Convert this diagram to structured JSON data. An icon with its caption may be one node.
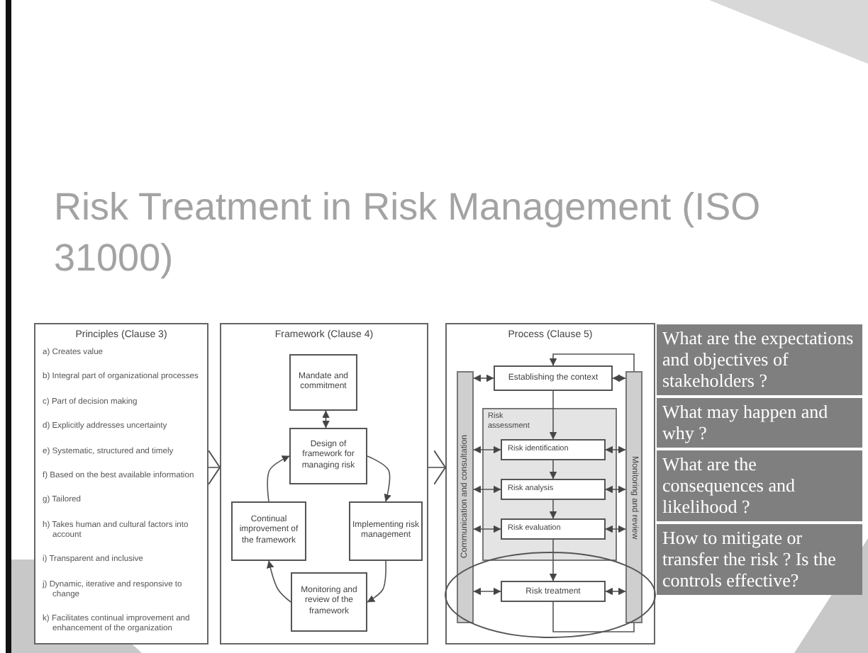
{
  "diagram": {
    "title": "Risk Treatment in Risk Management (ISO 31000)",
    "nodes": [
      {
        "text": [
          "Principles (Clause 3)",
          "a) Creates value",
          "b) Integral part of organizational processes",
          "c) Part of decision making",
          "d) Explicitly addresses uncertainty",
          "e) Systematic, structured and timely",
          "f) Based on the best available information",
          "g) Tailored",
          "h) Takes human and cultural factors into account",
          "i) Transparent and inclusive",
          "j) Dynamic, iterative and responsive to change",
          "k) Facilitates continual improvement and enhancement of the organization"
        ]
      },
      {
        "text": [
          "Framework (Clause 4)"
        ]
      },
      {
        "text": [
          "Mandate and commitment"
        ],
        "in": 1
      },
      {
        "text": [
          "Design of framework for managing risk"
        ],
        "in": 1
      },
      {
        "text": [
          "Implementing risk management"
        ],
        "in": 1
      },
      {
        "text": [
          "Monitoring and review of the framework"
        ],
        "in": 1
      },
      {
        "text": [
          "Continual improvement of the framework"
        ],
        "in": 1
      },
      {
        "text": [
          "Process (Clause 5)"
        ]
      },
      {
        "text": [
          "Communication and consultation"
        ],
        "in": 7
      },
      {
        "text": [
          "Establishing the context"
        ],
        "in": 7
      },
      {
        "text": [
          "Risk assessment"
        ],
        "in": 7
      },
      {
        "text": [
          "Risk identification"
        ],
        "in": 10
      },
      {
        "text": [
          "Risk analysis"
        ],
        "in": 10
      },
      {
        "text": [
          "Risk evaluation"
        ],
        "in": 10
      },
      {
        "text": [
          "Risk treatment"
        ],
        "in": 7
      },
      {
        "text": [
          "Monitoring and review"
        ],
        "in": 7
      },
      {
        "text": [
          "What are the expectations and objectives of stakeholders ?"
        ]
      },
      {
        "text": [
          "What may happen and why ?"
        ]
      },
      {
        "text": [
          "What are the consequences and likelihood ?"
        ]
      },
      {
        "text": [
          "How to mitigate or transfer the risk ? Is the controls effective?"
        ]
      }
    ],
    "edges": [
      {
        "from": 0,
        "to": 1,
        "arrow": "to"
      },
      {
        "from": 1,
        "to": 7,
        "arrow": "to"
      },
      {
        "from": 2,
        "to": 3,
        "arrow": "both"
      },
      {
        "from": 3,
        "to": 4,
        "arrow": "to"
      },
      {
        "from": 4,
        "to": 5,
        "arrow": "to"
      },
      {
        "from": 5,
        "to": 6,
        "arrow": "to"
      },
      {
        "from": 6,
        "to": 3,
        "arrow": "to"
      },
      {
        "from": 15,
        "to": 9,
        "arrow": "to"
      },
      {
        "from": 9,
        "to": 11,
        "arrow": "to"
      },
      {
        "from": 11,
        "to": 12,
        "arrow": "to"
      },
      {
        "from": 12,
        "to": 13,
        "arrow": "to"
      },
      {
        "from": 13,
        "to": 14,
        "arrow": "to"
      },
      {
        "from": 8,
        "to": 9,
        "arrow": "both"
      },
      {
        "from": 8,
        "to": 11,
        "arrow": "both"
      },
      {
        "from": 8,
        "to": 12,
        "arrow": "both"
      },
      {
        "from": 8,
        "to": 13,
        "arrow": "both"
      },
      {
        "from": 8,
        "to": 14,
        "arrow": "both"
      },
      {
        "from": 15,
        "to": 9,
        "arrow": "both"
      },
      {
        "from": 15,
        "to": 11,
        "arrow": "both"
      },
      {
        "from": 15,
        "to": 12,
        "arrow": "both"
      },
      {
        "from": 15,
        "to": 13,
        "arrow": "both"
      },
      {
        "from": 15,
        "to": 14,
        "arrow": "both"
      },
      {
        "from": 14,
        "to": 15,
        "arrow": "none"
      }
    ]
  }
}
